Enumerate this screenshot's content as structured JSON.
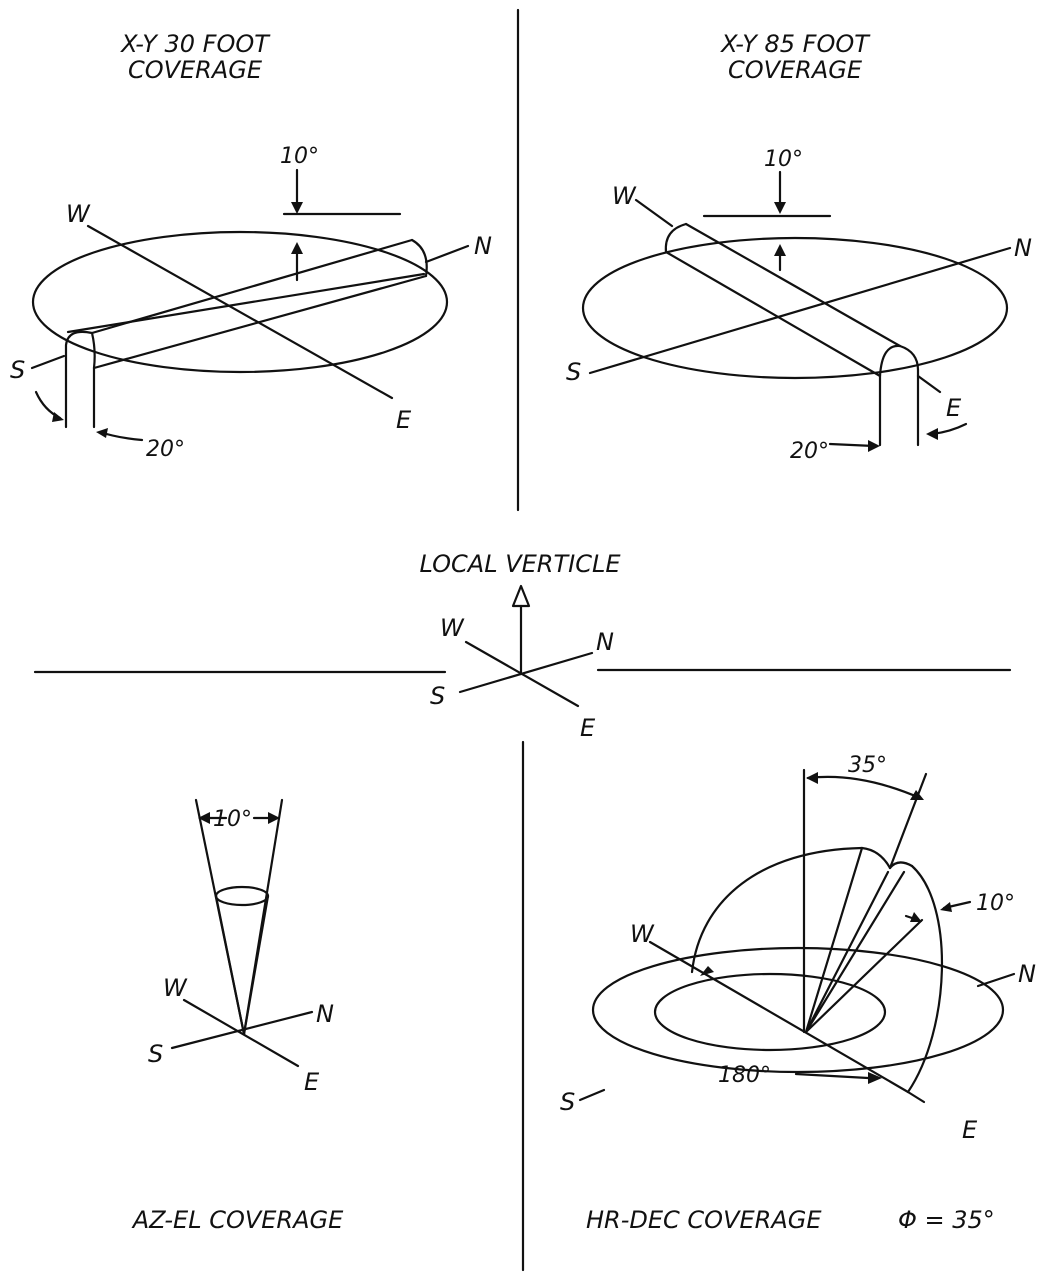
{
  "panels": {
    "xy30": {
      "title_line1": "X-Y  30 FOOT",
      "title_line2": "COVERAGE",
      "angle_top": "10°",
      "angle_bottom": "20°",
      "dir_w": "W",
      "dir_n": "N",
      "dir_s": "S",
      "dir_e": "E"
    },
    "xy85": {
      "title_line1": "X-Y  85 FOOT",
      "title_line2": "COVERAGE",
      "angle_top": "10°",
      "angle_bottom": "20°",
      "dir_w": "W",
      "dir_n": "N",
      "dir_s": "S",
      "dir_e": "E"
    },
    "center": {
      "title": "LOCAL VERTICLE",
      "dir_w": "W",
      "dir_n": "N",
      "dir_s": "S",
      "dir_e": "E"
    },
    "azel": {
      "title": "AZ-EL  COVERAGE",
      "angle": "10°",
      "dir_w": "W",
      "dir_n": "N",
      "dir_s": "S",
      "dir_e": "E"
    },
    "hrdec": {
      "title": "HR-DEC  COVERAGE",
      "phi": "Φ = 35°",
      "angle_lat": "35°",
      "angle_beam": "10°",
      "angle_sweep": "180°",
      "dir_w": "W",
      "dir_n": "N",
      "dir_s": "S",
      "dir_e": "E"
    }
  }
}
